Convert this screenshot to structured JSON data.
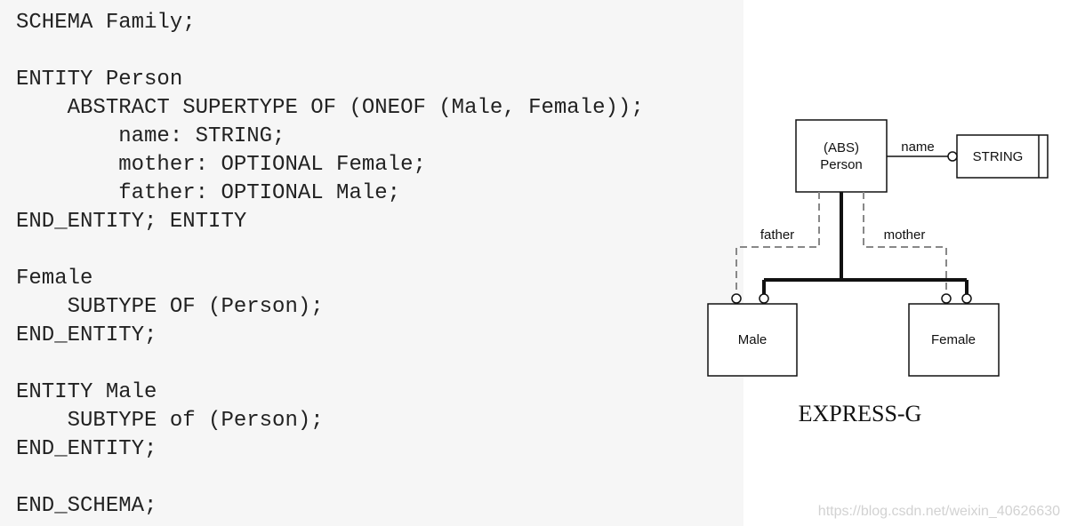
{
  "code": {
    "lines": [
      "SCHEMA Family;",
      "",
      "ENTITY Person",
      "    ABSTRACT SUPERTYPE OF (ONEOF (Male, Female));",
      "        name: STRING;",
      "        mother: OPTIONAL Female;",
      "        father: OPTIONAL Male;",
      "END_ENTITY; ENTITY",
      "",
      "Female",
      "    SUBTYPE OF (Person);",
      "END_ENTITY;",
      "",
      "ENTITY Male",
      "    SUBTYPE of (Person);",
      "END_ENTITY;",
      "",
      "END_SCHEMA;"
    ]
  },
  "diagram": {
    "person": {
      "line1": "(ABS)",
      "line2": "Person"
    },
    "string_type": "STRING",
    "male": "Male",
    "female": "Female",
    "rel_name": "name",
    "rel_father": "father",
    "rel_mother": "mother",
    "caption": "EXPRESS-G"
  },
  "watermark": "https://blog.csdn.net/weixin_40626630",
  "colors": {
    "code_background": "#f6f6f6",
    "code_text": "#222222",
    "line": "#111111",
    "dashed_line": "#888888"
  }
}
